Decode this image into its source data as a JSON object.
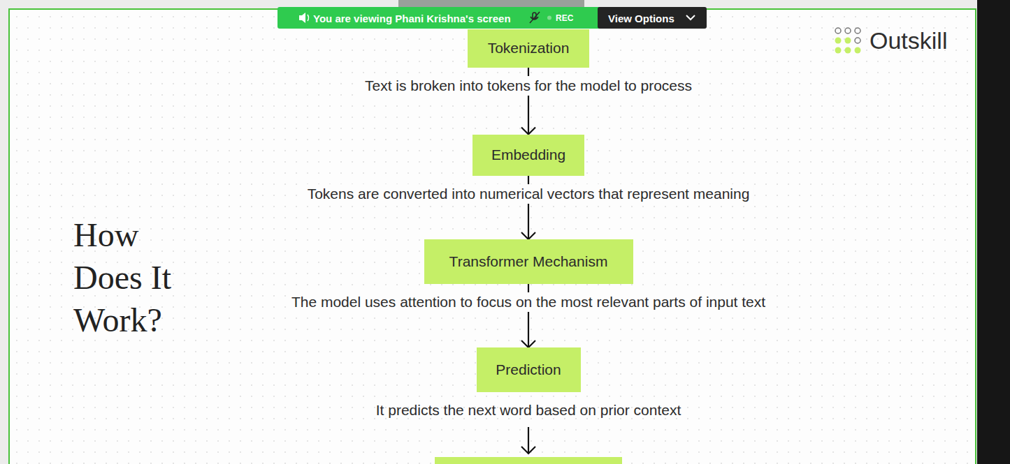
{
  "diagram": {
    "title": "How Does It Work?",
    "nodes": [
      {
        "text": [
          "Tokenization"
        ]
      },
      {
        "text": [
          "Embedding"
        ]
      },
      {
        "text": [
          "Transformer Mechanism"
        ]
      },
      {
        "text": [
          "Prediction"
        ]
      }
    ],
    "edges": [
      {
        "from": 0,
        "to": 1,
        "arrow": "to",
        "label": "Text is broken into tokens for the model to process"
      },
      {
        "from": 1,
        "to": 2,
        "arrow": "to",
        "label": "Tokens are converted into numerical vectors that represent meaning"
      },
      {
        "from": 2,
        "to": 3,
        "arrow": "to",
        "label": "The model uses attention to focus on the most relevant parts of input text"
      }
    ],
    "labels": [
      "You are viewing Phani Krishna's screen",
      "REC",
      "View Options",
      "Outskill",
      "It predicts the next word based on prior context"
    ]
  }
}
